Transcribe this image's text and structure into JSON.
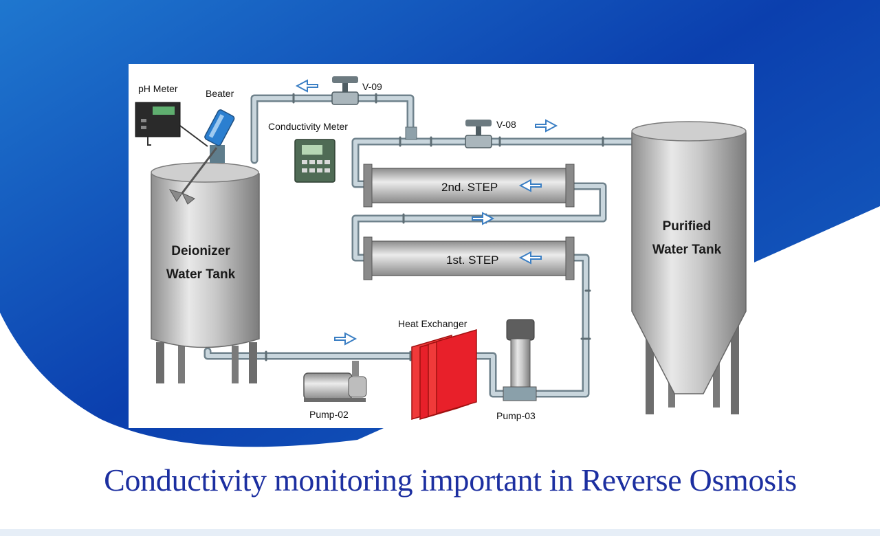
{
  "diagram": {
    "labels": {
      "ph_meter": "pH Meter",
      "beater": "Beater",
      "v09": "V-09",
      "v08": "V-08",
      "conductivity_meter": "Conductivity Meter",
      "step2": "2nd. STEP",
      "step1": "1st. STEP",
      "heat_exchanger": "Heat Exchanger",
      "pump02": "Pump-02",
      "pump03": "Pump-03",
      "deionizer_line1": "Deionizer",
      "deionizer_line2": "Water Tank",
      "purified_line1": "Purified",
      "purified_line2": "Water Tank"
    },
    "colors": {
      "pipe": "#aebcc6",
      "tank_metal": "#b9b9b9",
      "heat_exchanger": "#e8202a",
      "arrow": "#3b7fc4",
      "background_blue": "#1565c0"
    }
  },
  "caption": "Conductivity monitoring important in Reverse Osmosis"
}
